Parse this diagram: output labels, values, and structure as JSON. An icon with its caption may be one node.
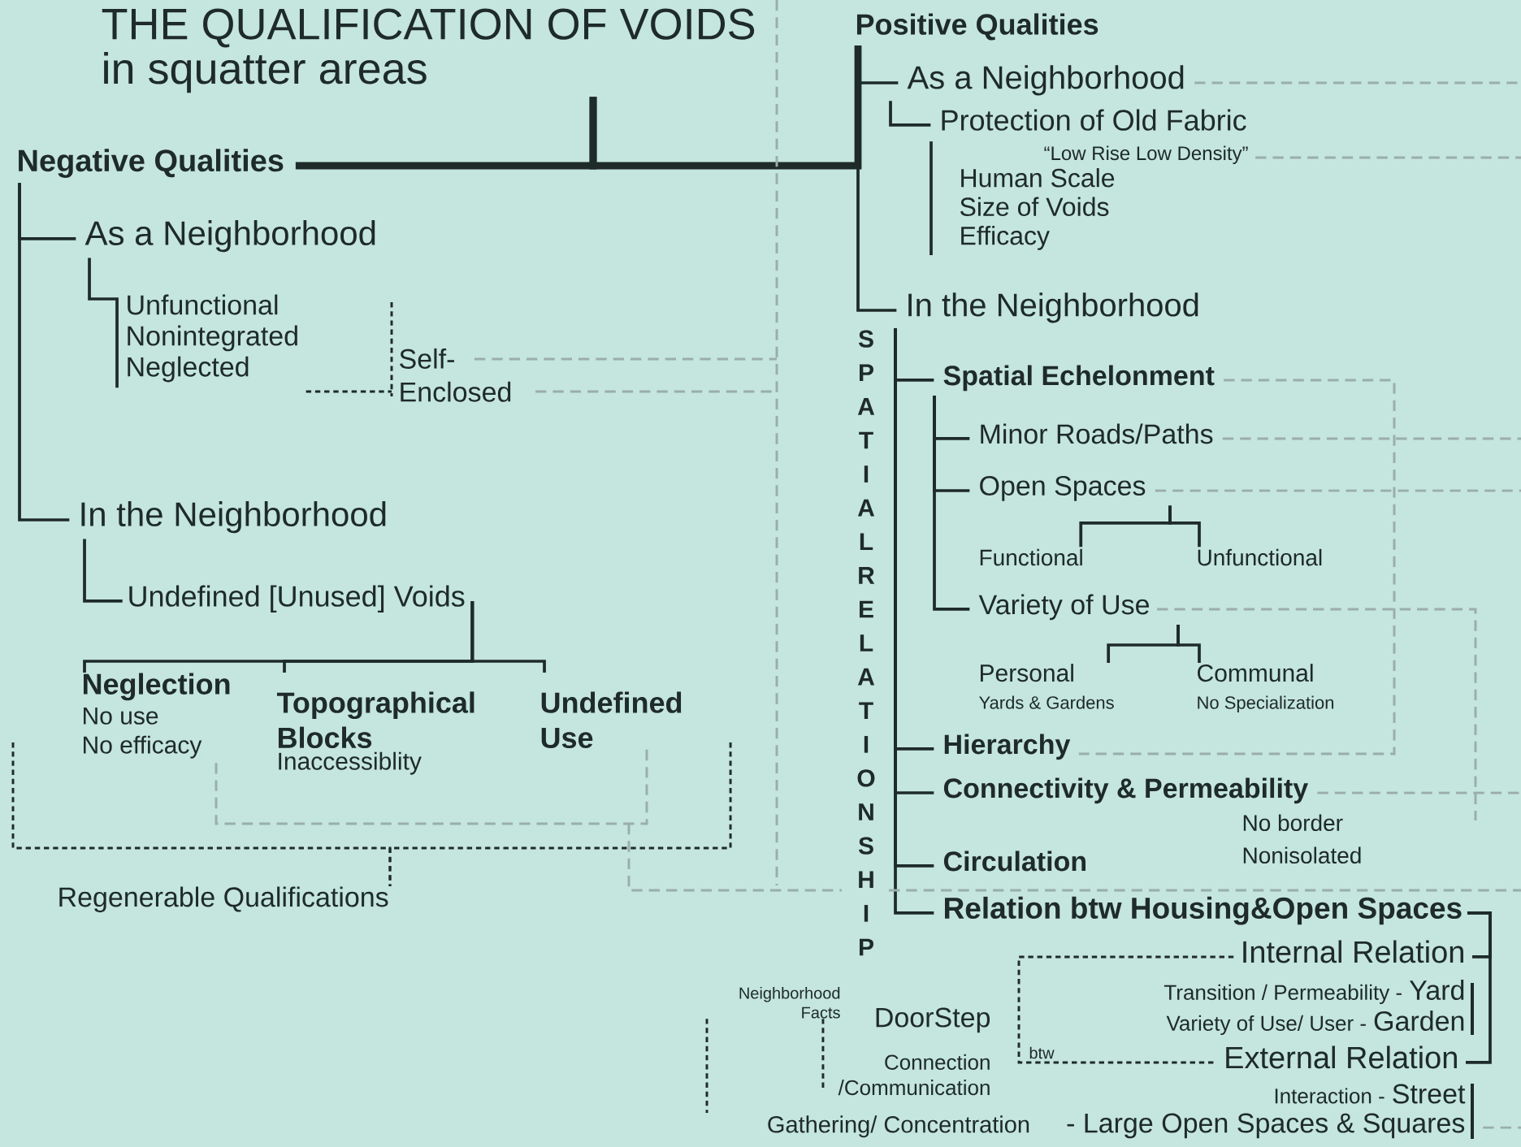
{
  "diagram": {
    "nodes": [
      {
        "text": [
          "THE QUALIFICATION OF VOIDS",
          "in squatter areas"
        ]
      },
      {
        "text": [
          "Negative Qualities"
        ]
      },
      {
        "text": [
          "As a Neighborhood"
        ]
      },
      {
        "text": [
          "Unfunctional",
          "Nonintegrated",
          "Neglected"
        ]
      },
      {
        "text": [
          "Self- Enclosed"
        ]
      },
      {
        "text": [
          "In the Neighborhood"
        ]
      },
      {
        "text": [
          "Undefined [Unused] Voids"
        ]
      },
      {
        "text": [
          "Neglection",
          "No use",
          "No efficacy"
        ]
      },
      {
        "text": [
          "Topographical Blocks",
          "Inaccessiblity"
        ]
      },
      {
        "text": [
          "Undefined Use"
        ]
      },
      {
        "text": [
          "Regenerable Qualifications"
        ]
      },
      {
        "text": [
          "Positive Qualities"
        ]
      },
      {
        "text": [
          "As a Neighborhood"
        ]
      },
      {
        "text": [
          "Protection of Old Fabric"
        ]
      },
      {
        "text": [
          "“Low Rise Low Density”",
          "Human Scale",
          "Size of Voids",
          "Efficacy"
        ]
      },
      {
        "text": [
          "In the Neighborhood"
        ]
      },
      {
        "text": [
          "Spatial Echelonment"
        ]
      },
      {
        "text": [
          "Minor Roads/Paths"
        ]
      },
      {
        "text": [
          "Open Spaces"
        ]
      },
      {
        "text": [
          "Functional"
        ]
      },
      {
        "text": [
          "Unfunctional"
        ]
      },
      {
        "text": [
          "Variety of Use"
        ]
      },
      {
        "text": [
          "Personal",
          "Yards & Gardens"
        ]
      },
      {
        "text": [
          "Communal",
          "No Specialization"
        ]
      },
      {
        "text": [
          "Hierarchy"
        ]
      },
      {
        "text": [
          "Connectivity & Permeability"
        ],
        "beside": [
          "No border",
          "Nonisolated"
        ]
      },
      {
        "text": [
          "Circulation"
        ]
      },
      {
        "text": [
          "Relation btw Housing&Open Spaces"
        ]
      },
      {
        "text": [
          "Internal Relation"
        ]
      },
      {
        "text": [
          "Transition / Permeability -",
          "Yard"
        ]
      },
      {
        "text": [
          "Variety of Use/ User -",
          "Garden"
        ]
      },
      {
        "text": [
          "External Relation"
        ]
      },
      {
        "text": [
          "Interaction -",
          "Street"
        ]
      },
      {
        "text": [
          "Gathering/ Concentration",
          "- Large Open Spaces & Squares"
        ]
      },
      {
        "text": [
          "DoorStep",
          "Connection /Communication"
        ]
      },
      {
        "text": [
          "Neighborhood Facts"
        ]
      }
    ],
    "edges": [
      {
        "from": 0,
        "to": 1,
        "arrow": "none",
        "style": "thick"
      },
      {
        "from": 0,
        "to": 11,
        "arrow": "none",
        "style": "thick"
      },
      {
        "from": 1,
        "to": 2,
        "arrow": "none"
      },
      {
        "from": 1,
        "to": 5,
        "arrow": "none"
      },
      {
        "from": 2,
        "to": 3,
        "arrow": "none"
      },
      {
        "from": 3,
        "to": 4,
        "arrow": "none",
        "style": "dashed"
      },
      {
        "from": 5,
        "to": 6,
        "arrow": "none"
      },
      {
        "from": 6,
        "to": 7,
        "arrow": "none"
      },
      {
        "from": 6,
        "to": 8,
        "arrow": "none"
      },
      {
        "from": 6,
        "to": 9,
        "arrow": "none"
      },
      {
        "from": 7,
        "to": 10,
        "arrow": "none",
        "style": "dashed"
      },
      {
        "from": 9,
        "to": 10,
        "arrow": "none",
        "style": "dashed"
      },
      {
        "from": 11,
        "to": 12,
        "arrow": "none"
      },
      {
        "from": 11,
        "to": 15,
        "arrow": "none"
      },
      {
        "from": 12,
        "to": 13,
        "arrow": "none"
      },
      {
        "from": 13,
        "to": 14,
        "arrow": "none"
      },
      {
        "from": 15,
        "to": 16,
        "arrow": "none"
      },
      {
        "from": 15,
        "to": 24,
        "arrow": "none"
      },
      {
        "from": 15,
        "to": 25,
        "arrow": "none"
      },
      {
        "from": 15,
        "to": 26,
        "arrow": "none"
      },
      {
        "from": 15,
        "to": 27,
        "arrow": "none"
      },
      {
        "from": 16,
        "to": 17,
        "arrow": "none"
      },
      {
        "from": 16,
        "to": 18,
        "arrow": "none"
      },
      {
        "from": 16,
        "to": 21,
        "arrow": "none"
      },
      {
        "from": 18,
        "to": 19,
        "arrow": "none"
      },
      {
        "from": 18,
        "to": 20,
        "arrow": "none"
      },
      {
        "from": 21,
        "to": 22,
        "arrow": "none"
      },
      {
        "from": 21,
        "to": 23,
        "arrow": "none"
      },
      {
        "from": 27,
        "to": 28,
        "arrow": "none"
      },
      {
        "from": 27,
        "to": 31,
        "arrow": "none"
      },
      {
        "from": 28,
        "to": 31,
        "arrow": "none",
        "style": "dashed",
        "label": "btw"
      },
      {
        "from": 35,
        "to": 34,
        "arrow": "none",
        "style": "dashed"
      },
      {
        "from": 35,
        "to": 33,
        "arrow": "none",
        "style": "dashed"
      },
      {
        "from": 4,
        "to": null,
        "arrow": "none",
        "style": "dashed",
        "color": "#9aaea9"
      },
      {
        "from": 7,
        "to": 9,
        "arrow": "none",
        "style": "dashed",
        "color": "#9aaea9"
      },
      {
        "from": 12,
        "to": null,
        "arrow": "none",
        "style": "dashed",
        "color": "#9aaea9"
      },
      {
        "from": 14,
        "to": null,
        "arrow": "none",
        "style": "dashed",
        "color": "#9aaea9"
      },
      {
        "from": 16,
        "to": 24,
        "arrow": "none",
        "style": "dashed",
        "color": "#9aaea9"
      },
      {
        "from": 17,
        "to": null,
        "arrow": "none",
        "style": "dashed",
        "color": "#9aaea9"
      },
      {
        "from": 18,
        "to": null,
        "arrow": "none",
        "style": "dashed",
        "color": "#9aaea9"
      },
      {
        "from": 21,
        "to": null,
        "arrow": "none",
        "style": "dashed",
        "color": "#9aaea9"
      },
      {
        "from": 25,
        "to": null,
        "arrow": "none",
        "style": "dashed",
        "color": "#9aaea9"
      },
      {
        "from": 33,
        "to": null,
        "arrow": "none",
        "style": "dashed",
        "color": "#9aaea9"
      }
    ],
    "labels": [
      "SPATIAL RELATIONSHIP"
    ]
  }
}
